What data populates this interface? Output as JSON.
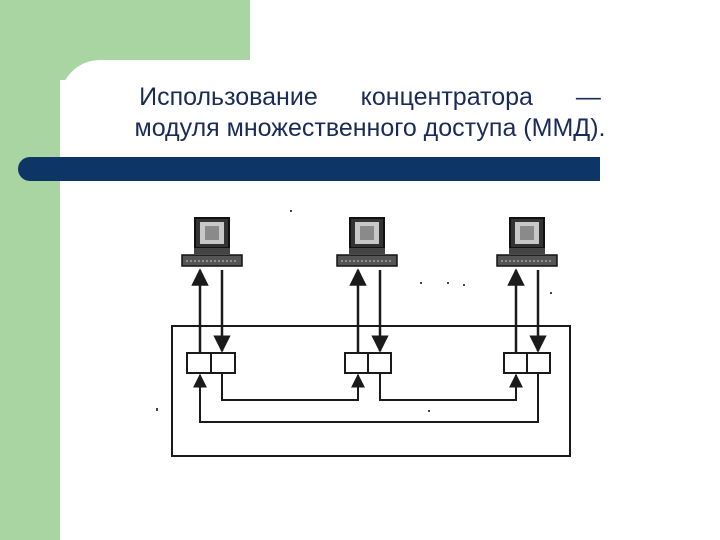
{
  "slide": {
    "title_line1": "Использование концентратора —",
    "title_line2": "модуля множественного доступа (ММД)."
  },
  "colors": {
    "green_accent": "#a8d5a2",
    "divider_blue": "#0d3566",
    "title_text": "#1a2b57",
    "diagram_ink": "#1a1a1a"
  },
  "diagram": {
    "workstations": [
      "computer-1",
      "computer-2",
      "computer-3"
    ],
    "hub_ports": 3
  }
}
